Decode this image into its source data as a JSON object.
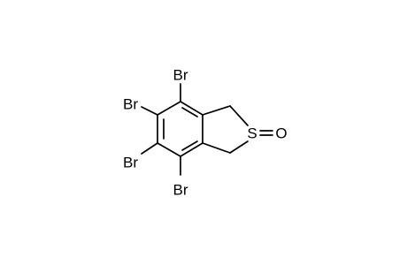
{
  "molecule": {
    "atoms": {
      "br_top": "Br",
      "br_upper_left": "Br",
      "br_lower_left": "Br",
      "br_bottom": "Br",
      "sulfur": "S",
      "oxygen": "O"
    },
    "colors": {
      "bond": "#000000",
      "label": "#000000",
      "background": "#ffffff"
    }
  }
}
